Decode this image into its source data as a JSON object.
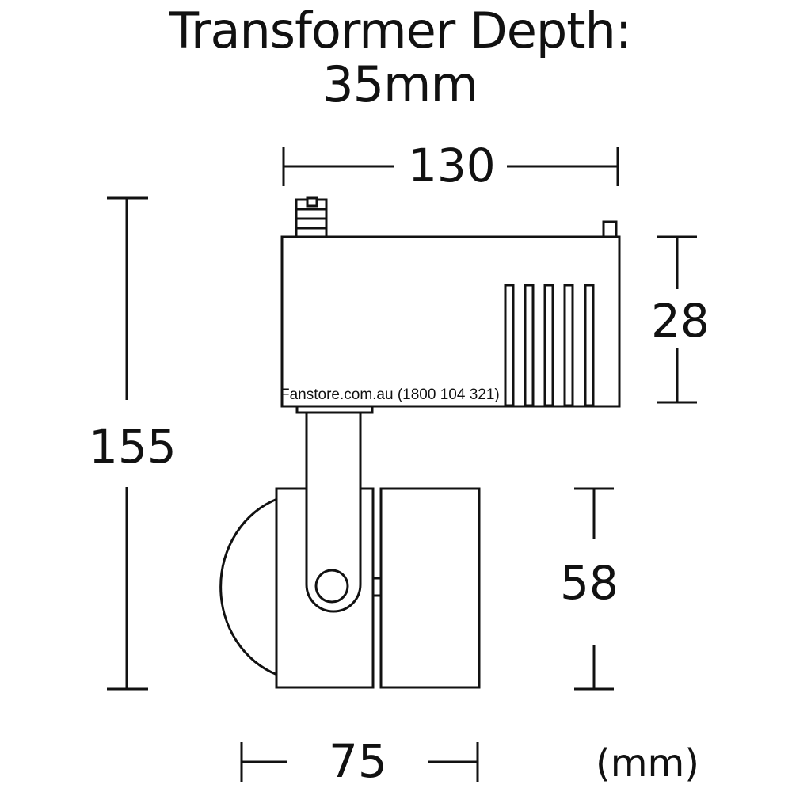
{
  "title": {
    "line1": "Transformer Depth:",
    "line2": "35mm"
  },
  "dimensions": {
    "width_top": "130",
    "height_total": "155",
    "height_transformer": "28",
    "height_head": "58",
    "width_bottom": "75",
    "unit": "(mm)"
  },
  "watermark": "Fanstore.com.au (1800 104 321)",
  "colors": {
    "line": "#111111",
    "background": "#ffffff"
  }
}
